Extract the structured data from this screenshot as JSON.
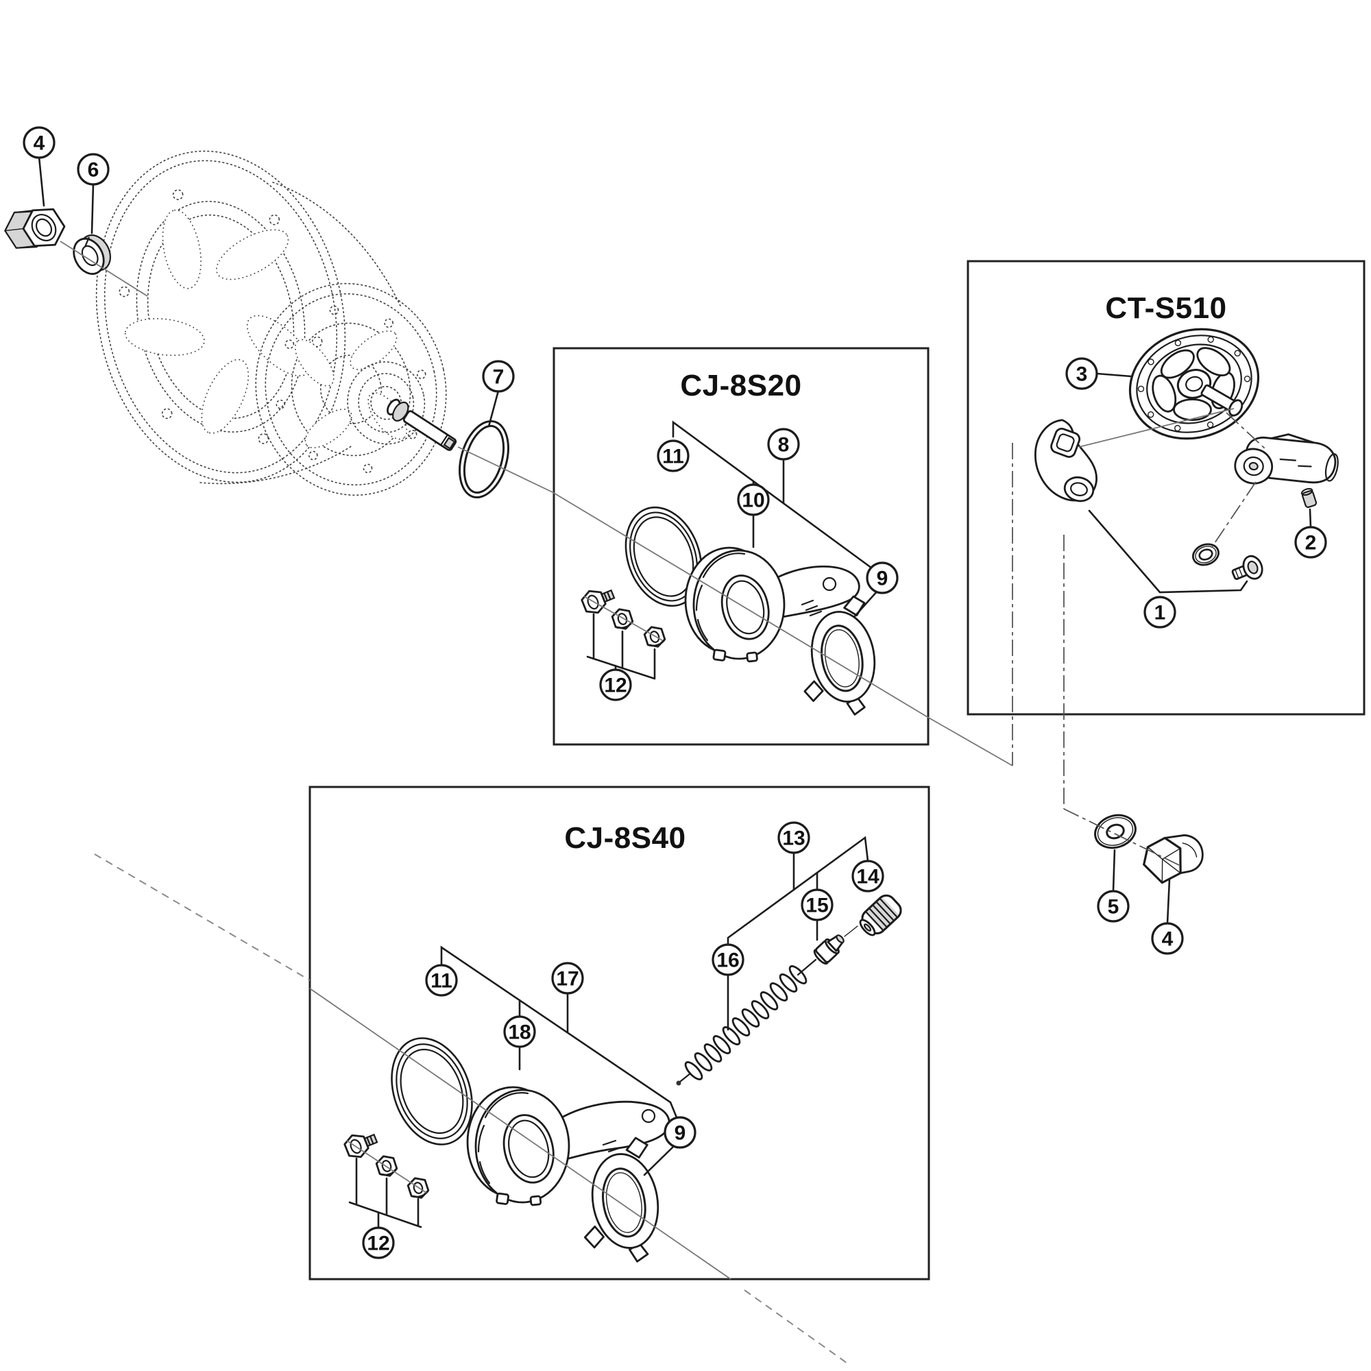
{
  "diagram": {
    "kind": "exploded-parts-diagram",
    "subject": "Internal gear hub with cassette joints and chain tensioner"
  },
  "boxes": {
    "cj8s20": {
      "title": "CJ-8S20"
    },
    "ct_s510": {
      "title": "CT-S510"
    },
    "cj8s40": {
      "title": "CJ-8S40"
    }
  },
  "callouts": {
    "axle_nut_left": {
      "label": "4",
      "part": "axle-nut"
    },
    "cone_washer": {
      "label": "6",
      "part": "cone-washer"
    },
    "snap_ring": {
      "label": "7",
      "part": "snap-ring"
    },
    "s20_seal_ring": {
      "label": "11",
      "part": "seal-ring"
    },
    "s20_unit": {
      "label": "8",
      "part": "cassette-joint-unit"
    },
    "s20_joint": {
      "label": "10",
      "part": "cassette-joint"
    },
    "s20_non_turn_washer": {
      "label": "9",
      "part": "non-turn-washer"
    },
    "s20_bolt_set": {
      "label": "12",
      "part": "fixing-bolt-set"
    },
    "guard_wheel": {
      "label": "3",
      "part": "sprocket-guard-wheel"
    },
    "adjust_cap": {
      "label": "2",
      "part": "adjust-cap"
    },
    "tensioner_unit": {
      "label": "1",
      "part": "tensioner-unit"
    },
    "s40_seal_ring": {
      "label": "11",
      "part": "seal-ring"
    },
    "s40_unit": {
      "label": "17",
      "part": "cassette-joint-unit"
    },
    "s40_joint": {
      "label": "18",
      "part": "cassette-joint"
    },
    "cable_unit": {
      "label": "13",
      "part": "shift-cable-unit"
    },
    "barrel_adjuster": {
      "label": "14",
      "part": "barrel-adjuster"
    },
    "cable_fixing": {
      "label": "15",
      "part": "cable-fixing-bolt"
    },
    "cable_spring": {
      "label": "16",
      "part": "cable-spring"
    },
    "s40_non_turn_washer": {
      "label": "9",
      "part": "non-turn-washer"
    },
    "s40_bolt_set": {
      "label": "12",
      "part": "fixing-bolt-set"
    },
    "flat_washer": {
      "label": "5",
      "part": "flat-washer"
    },
    "axle_nut_right": {
      "label": "4",
      "part": "axle-nut"
    }
  }
}
